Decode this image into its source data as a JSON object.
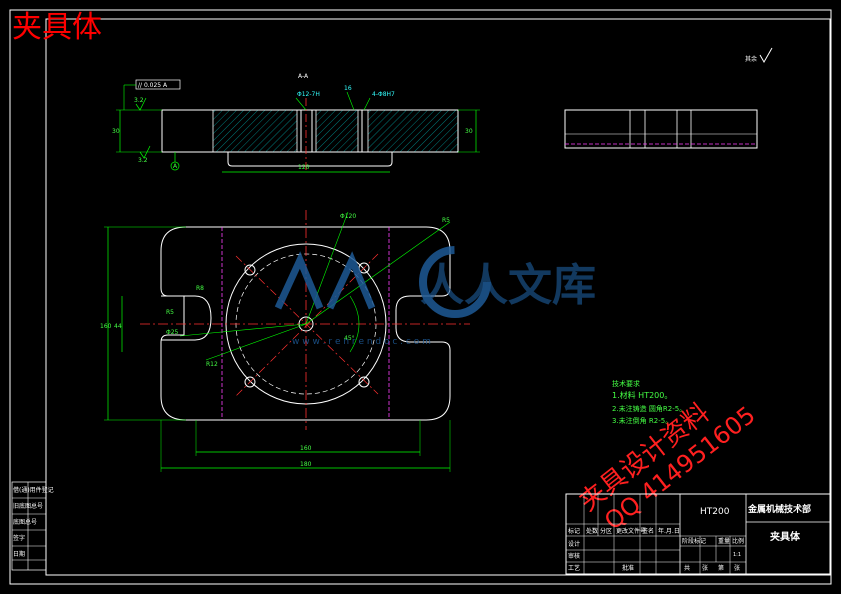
{
  "corner_title": "夹具体",
  "section_label": "A-A",
  "roughness_note": "其余",
  "section_annotations": {
    "parallelism": "// 0.025 A",
    "hole_a": "Φ12-7H",
    "hole_b": "16",
    "hole_c": "4-Φ8H7",
    "roughness_a": "3.2",
    "roughness_b": "3.2",
    "datum": "A",
    "dim_left": "30",
    "dim_right": "30",
    "dim_bottom": "120"
  },
  "plan_annotations": {
    "width_overall": "180",
    "width_inner": "160",
    "height_overall": "160",
    "height_inner": "44",
    "radius": "R5",
    "slot": "Φ25",
    "hole_pcd": "Φ120",
    "angle": "45°",
    "left_dims": [
      "R8",
      "R12",
      "R5"
    ]
  },
  "tech_notes": {
    "heading": "技术要求",
    "items": [
      "1.材料 HT200。",
      "2.未注铸造 圆角R2-5。",
      "3.未注倒角 R2-5。"
    ]
  },
  "watermark": {
    "brand": "人人文库",
    "url": "w w w . r e n r e n d o c . c o m"
  },
  "promo": {
    "line1": "夹具设计资料",
    "line2": "QQ 414951605"
  },
  "title_block": {
    "material": "HT200",
    "company": "金属机械技术部",
    "part_name": "夹具体",
    "scale": "1:1",
    "labels_row": [
      "标记",
      "处数",
      "分区",
      "更改文件号",
      "签名",
      "年.月.日"
    ],
    "left_labels": [
      "设计",
      "审核",
      "工艺"
    ],
    "stage_labels": [
      "阶段标记",
      "重量",
      "比例"
    ],
    "bottom_labels": [
      "共",
      "张",
      "第",
      "张"
    ],
    "approve_label": "批准"
  },
  "side_strip": {
    "items": [
      "借(通)用件登记",
      "旧底图总号",
      "底图总号",
      "签字",
      "日期"
    ]
  },
  "colors": {
    "background": "#000000",
    "outline": "#ffffff",
    "dimension": "#00ff00",
    "centerline": "#ff3030",
    "hidden": "#ff40ff",
    "hatch": "#00c0c0",
    "corner_title": "#ff0000",
    "watermark": "#1e5a96",
    "promo": "#ff2020"
  }
}
